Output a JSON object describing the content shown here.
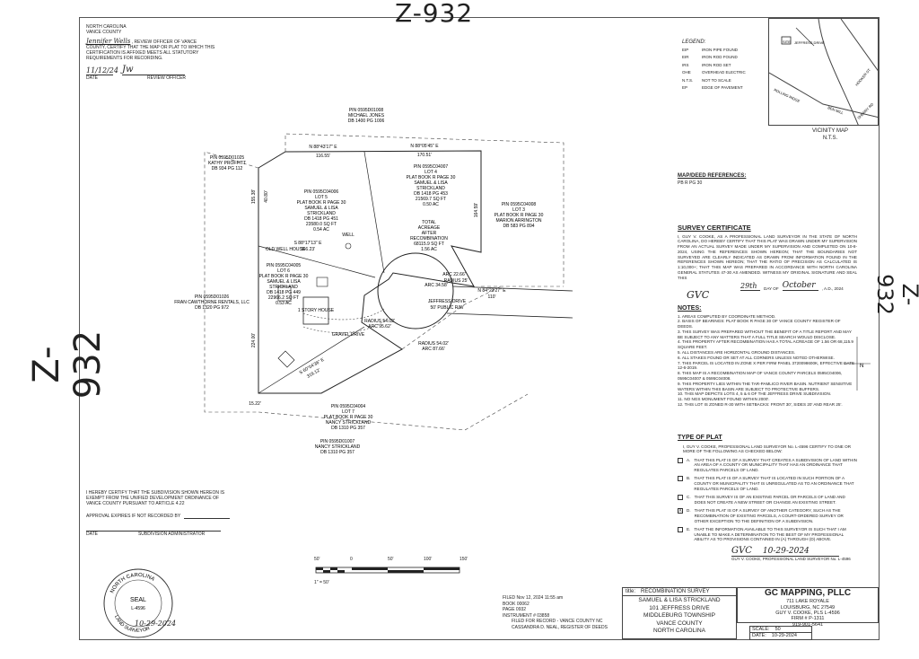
{
  "stamps": {
    "top": "Z-932",
    "left": "Z-932",
    "right": "Z-932"
  },
  "review": {
    "state": "NORTH CAROLINA",
    "county": "VANCE COUNTY",
    "signer": "Jennifer Wells",
    "text": ", REVIEW OFFICER OF VANCE COUNTY, CERTIFY THAT THE MAP OR PLAT TO WHICH THIS CERTIFICATION IS AFFIXED MEETS ALL STATUTORY REQUIREMENTS FOR RECORDING.",
    "date": "11/12/24",
    "date_label": "DATE",
    "officer_label": "REVIEW OFFICER"
  },
  "legend": {
    "title": "LEGEND:",
    "items": [
      {
        "code": "EIP",
        "label": "IRON PIPE FOUND"
      },
      {
        "code": "EIR",
        "label": "IRON ROD FOUND"
      },
      {
        "code": "IRS",
        "label": "IRON ROD SET"
      },
      {
        "code": "OHE",
        "label": "OVERHEAD ELECTRIC"
      },
      {
        "code": "N.T.S.",
        "label": "NOT TO SCALE"
      },
      {
        "code": "EP",
        "label": "EDGE OF PAVEMENT"
      }
    ]
  },
  "vicinity": {
    "title": "VICINITY MAP",
    "nts": "N.T.S.",
    "site": "SITE",
    "roads": [
      "JEFFRESS DRIVE",
      "ROLLING RIDGE",
      "SHERRY RD",
      "HOOKER ST",
      "MAY CT",
      "BEN MILL"
    ]
  },
  "map_refs": {
    "title": "MAP/DEED REFERENCES:",
    "text": "PB R PG 30"
  },
  "survey_cert": {
    "title": "SURVEY CERTIFICATE",
    "body": "I, GUY V. COOKE, AS A PROFESSIONAL LAND SURVEYOR IN THE STATE OF NORTH CAROLINA, DO HEREBY CERTIFY THAT THIS PLAT WAS DRAWN UNDER MY SUPERVISION FROM AN ACTUAL SURVEY MADE UNDER MY SUPERVISION AND COMPLETED ON 10-8-2024, USING THE REFERENCES SHOWN HEREON; THAT THE BOUNDARIES NOT SURVEYED ARE CLEARLY INDICATED AS DRAWN FROM INFORMATION FOUND IN THE REFERENCES SHOWN HEREON; THAT THE RATIO OF PRECISION AS CALCULATED IS 1:10,000+; THAT THIS MAP WAS PREPARED IN ACCORDANCE WITH NORTH CAROLINA GENERAL STATUTES 47-30 AS AMENDED. WITNESS MY ORIGINAL SIGNATURE AND SEAL THIS",
    "day": "29th",
    "day_of": "DAY OF",
    "month": "October",
    "year": ", A.D., 2024"
  },
  "notes": {
    "title": "NOTES:",
    "items": [
      "1. AREAS COMPUTED BY COORDINATE METHOD.",
      "2. BASIS OF BEARINGS: PLAT BOOK R PAGE 30 OF VANCE COUNTY REGISTER OF DEEDS.",
      "3. THIS SURVEY WAS PREPARED WITHOUT THE BENEFIT OF A TITLE REPORT AND MAY BE SUBJECT TO ANY MATTERS THAT A FULL TITLE SEARCH WOULD DISCLOSE.",
      "4. THIS PROPERTY AFTER RECOMBINATION HAS A TOTAL ACREAGE OF 1.56 OR 68,115.9 SQUARE FEET.",
      "5. ALL DISTANCES ARE HORIZONTAL GROUND DISTANCES.",
      "6. ALL STAKES FOUND OR SET AT ALL CORNERS UNLESS NOTED OTHERWISE.",
      "7. THIS PARCEL IS LOCATED IN ZONE X PER FIRM PANEL 3720098600K, EFFECTIVE DATE 12-6-2019.",
      "8. THIS MAP IS A RECOMBINATION MAP OF VANCE COUNTY PARCELS 0595C04006, 0595C04007 & 0595C04008.",
      "9. THIS PROPERTY LIES WITHIN THE TAR-PAMLICO RIVER BASIN. NUTRIENT SENSITIVE WATERS WITHIN THIS BASIN ARE SUBJECT TO PROTECTIVE BUFFERS.",
      "10. THIS MAP DEPICTS LOTS 4, 5 & 6 OF THE JEFFRESS DRIVE SUBDIVISION.",
      "11. NO NGS MONUMENT FOUND WITHIN 2000'.",
      "12. THIS LOT IS ZONED R-30 WITH SETBACKS: FRONT 30', SIDES 20' AND REAR 25'."
    ]
  },
  "type_of_plat": {
    "title": "TYPE OF PLAT",
    "intro": "I, GUY V. COOKE, PROFESSIONAL LAND SURVEYOR No. L-4596 CERTIFY TO ONE OR MORE OF THE FOLLOWING AS CHECKED BELOW:",
    "options": [
      {
        "key": "A.",
        "checked": "",
        "text": "THAT THIS PLAT IS OF A SURVEY THAT CREATES A SUBDIVISION OF LAND WITHIN AN AREA OF A COUNTY OR MUNICIPALITY THAT HAS AN ORDINANCE THAT REGULATES PARCELS OF LAND."
      },
      {
        "key": "B.",
        "checked": "",
        "text": "THAT THIS PLAT IS OF A SURVEY THAT IS LOCATED IN SUCH PORTION OF A COUNTY OR MUNICIPALITY THAT IS UNREGULATED AS TO AN ORDINANCE THAT REGULATES PARCELS OF LAND."
      },
      {
        "key": "C.",
        "checked": "",
        "text": "THAT THIS SURVEY IS OF AN EXISTING PARCEL OR PARCELS OF LAND AND DOES NOT CREATE A NEW STREET OR CHANGE AN EXISTING STREET."
      },
      {
        "key": "D.",
        "checked": "X",
        "text": "THAT THIS PLAT IS OF A SURVEY OF ANOTHER CATEGORY, SUCH AS THE RECOMBINATION OF EXISTING PARCELS, A COURT-ORDERED SURVEY OR OTHER EXCEPTION TO THE DEFINITION OF A SUBDIVISION."
      },
      {
        "key": "E.",
        "checked": "",
        "text": "THAT THE INFORMATION AVAILABLE TO THIS SURVEYOR IS SUCH THAT I AM UNABLE TO MAKE A DETERMINATION TO THE BEST OF MY PROFESSIONAL ABILITY AS TO PROVISIONS CONTAINED IN (A) THROUGH (D) ABOVE."
      }
    ],
    "sig_date": "10-29-2024",
    "sig_caption": "GUY V. COOKE, PROFESSIONAL LAND SURVEYOR No. L-4596"
  },
  "exempt": {
    "text": "I HEREBY CERTIFY THAT THE SUBDIVISION SHOWN HEREON IS EXEMPT FROM THE UNIFIED DEVELOPMENT ORDINANCE OF VANCE COUNTY PURSUANT TO ARTICLE 4.22",
    "approval": "APPROVAL EXPIRES IF NOT RECORDED BY",
    "date_label": "DATE",
    "admin_label": "SUBDIVISION ADMINISTRATOR"
  },
  "seal": {
    "top": "NORTH CAROLINA",
    "mid": "SEAL",
    "num": "L-4596",
    "bottom": "LAND SURVEYOR",
    "sig": "10-29-2024"
  },
  "scale_bar": {
    "labels": [
      "50'",
      "0",
      "50'",
      "100'",
      "150'"
    ],
    "ratio": "1\" = 50'"
  },
  "recording": {
    "filed": "FILED  Nov 12, 2024  11:55 am",
    "book": "BOOK  00062",
    "page": "PAGE  0932",
    "instrument": "INSTRUMENT #  03858",
    "for_record": "FILED FOR RECORD - VANCE COUNTY NC",
    "register": "CASSANDRA D. NEAL, REGISTER OF DEEDS"
  },
  "title_block": {
    "title_label": "title:",
    "title": "RECOMBINATION SURVEY",
    "owners": "SAMUEL & LISA STRICKLAND",
    "address": "101 JEFFRESS DRIVE",
    "township": "MIDDLEBURG TOWNSHIP",
    "county": "VANCE COUNTY",
    "state": "NORTH CAROLINA",
    "firm": "GC MAPPING, PLLC",
    "firm_addr": "711 LAKE ROYALE",
    "firm_city": "LOUISBURG, NC 27549",
    "firm_pls": "GUY V. COOKE, PLS  L-4596",
    "firm_num": "FIRM # P-1311",
    "firm_phone": "919-901-5641",
    "scale_label": "SCALE:",
    "scale": "50",
    "date_label": "DATE:",
    "date": "10-29-2024"
  },
  "plan": {
    "north_pin": "PIN 0595D01008",
    "north_owner": "MICHAEL JONES",
    "north_db": "DB 1400 PG 1006",
    "nw_pin": "PIN 0595D01025",
    "nw_owner": "KATHY PROFFITT",
    "nw_db": "DB 934 PG 112",
    "w_pin": "PIN 0595D01026",
    "w_owner": "FRAN CAWTHORNE RENTALS, LLC",
    "w_db": "DB 1320 PG 972",
    "s_pin": "PIN 0595D01007",
    "s_owner": "NANCY STRICKLAND",
    "s_db": "DB 1310 PG 357",
    "bearing_n1": "N 88°43'17\" E",
    "dist_n1": "116.55'",
    "bearing_n2": "N 88°05'45\" E",
    "dist_n2": "170.51'",
    "lot5": [
      "PIN 0595C04006",
      "LOT 5",
      "PLAT BOOK R PAGE 30",
      "SAMUEL & LISA",
      "STRICKLAND",
      "DB 1418 PG 451",
      "23580.0 SQ FT",
      "0.54 AC"
    ],
    "lot4": [
      "PIN 0595C04007",
      "LOT 4",
      "PLAT BOOK R PAGE 30",
      "SAMUEL & LISA",
      "STRICKLAND",
      "DB 1418 PG 453",
      "21569.7 SQ FT",
      "0.50 AC"
    ],
    "lot3": [
      "PIN 0595C04008",
      "LOT 3",
      "PLAT BOOK R PAGE 30",
      "MARION ARRINGTON",
      "DB 583 PG 894"
    ],
    "lot6": [
      "PIN 0595C04005",
      "LOT 6",
      "PLAT BOOK R PAGE 30",
      "SAMUEL & LISA",
      "STRICKLAND",
      "DB 1418 PG 449",
      "22966.2 SQ FT",
      "0.53 AC"
    ],
    "lot7": [
      "PIN 0595C04004",
      "LOT 7",
      "PLAT BOOK R PAGE 30",
      "NANCY STRICKLAND",
      "DB 1310 PG 357"
    ],
    "total": [
      "TOTAL",
      "ACREAGE",
      "AFTER",
      "RECOMBINATION",
      "68115.9 SQ FT",
      "1.56 AC"
    ],
    "well": "WELL",
    "old_well": "OLD WELL HOUSE",
    "house": "1 STORY HOUSE",
    "road": "JEFFRESS DRIVE",
    "row": "50' PUBLIC R/W",
    "drive": "GRAVEL DRIVE",
    "radius1": "RADIUS 54.02'",
    "arc1": "ARC 95.62'",
    "radius2": "RADIUS 54.02'",
    "arc2": "ARC 87.66'",
    "arc3": "ARC 34.58'",
    "arc4": "ARC 22.66'",
    "radius3": "RADIUS 25'",
    "bearing_e": "N 84°23'27\" E",
    "dist_e": "110'",
    "bearing_w1": "S 88°17'13\" E",
    "dist_w1": "166.23'",
    "bearing_s": "S 60°04'36\" E",
    "dist_s": "319.12'",
    "dist_w": "224.00'",
    "dist_nw": "155.38'",
    "dist_nw2": "40.80'",
    "dist_sw": "15.22'",
    "dist_ne": "164.59'"
  }
}
